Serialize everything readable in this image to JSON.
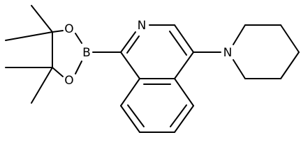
{
  "molecule": {
    "atom_labels": {
      "ring_nitrogen": "N",
      "piperidine_nitrogen": "N",
      "boron": "B",
      "oxygen_top": "O",
      "oxygen_bottom": "O"
    },
    "line_color": "#000000",
    "background": "#ffffff"
  }
}
